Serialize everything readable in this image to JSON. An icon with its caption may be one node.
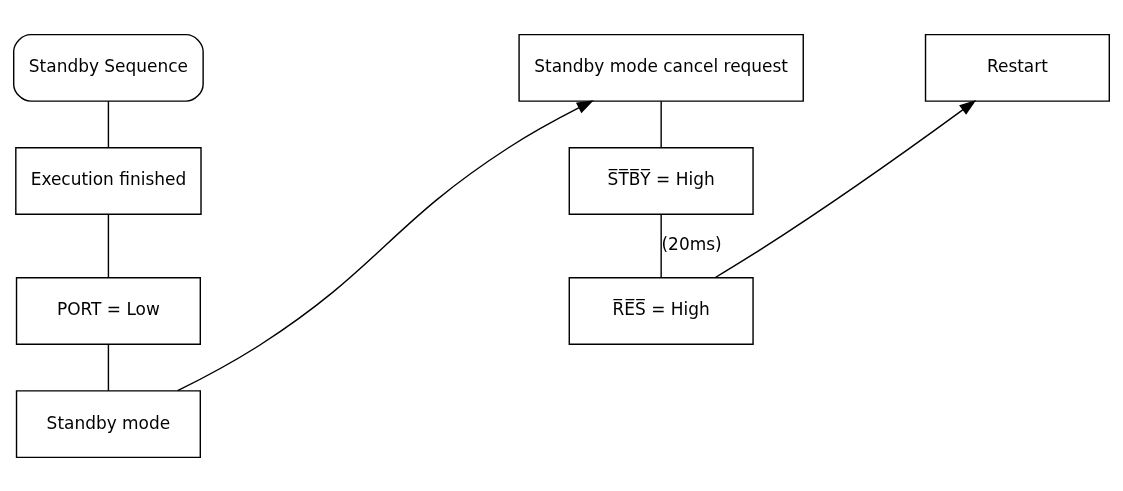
{
  "diagram": {
    "nodes": [
      {
        "text": [
          "Standby Sequence"
        ]
      },
      {
        "text": [
          "Execution finished"
        ]
      },
      {
        "text": [
          "PORT = Low"
        ]
      },
      {
        "text": [
          "Standby mode"
        ]
      },
      {
        "text": [
          "Standby mode cancel request"
        ]
      },
      {
        "text": [
          "S̅T̅B̅Y̅ = High"
        ]
      },
      {
        "text": [
          "R̅E̅S̅ = High"
        ]
      },
      {
        "text": [
          "Restart"
        ]
      }
    ],
    "edges": [
      {
        "from": 0,
        "to": 1,
        "arrow": "none"
      },
      {
        "from": 1,
        "to": 2,
        "arrow": "none"
      },
      {
        "from": 2,
        "to": 3,
        "arrow": "none"
      },
      {
        "from": 3,
        "to": 4,
        "arrow": "to"
      },
      {
        "from": 4,
        "to": 5,
        "arrow": "none"
      },
      {
        "from": 5,
        "to": 6,
        "arrow": "none",
        "label": "(20ms)"
      },
      {
        "from": 6,
        "to": 7,
        "arrow": "to"
      }
    ]
  }
}
